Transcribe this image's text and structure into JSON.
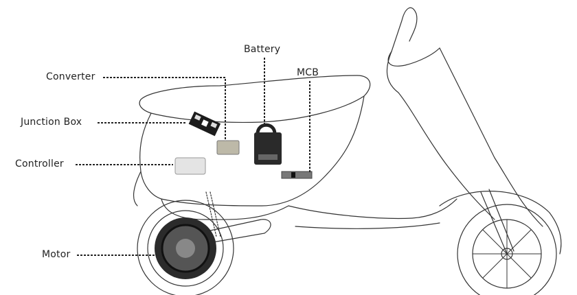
{
  "diagram": {
    "labels": {
      "battery": "Battery",
      "mcb": "MCB",
      "converter": "Converter",
      "junction_box": "Junction Box",
      "controller": "Controller",
      "motor": "Motor"
    },
    "colors": {
      "outline": "#333333",
      "text": "#222222"
    }
  }
}
